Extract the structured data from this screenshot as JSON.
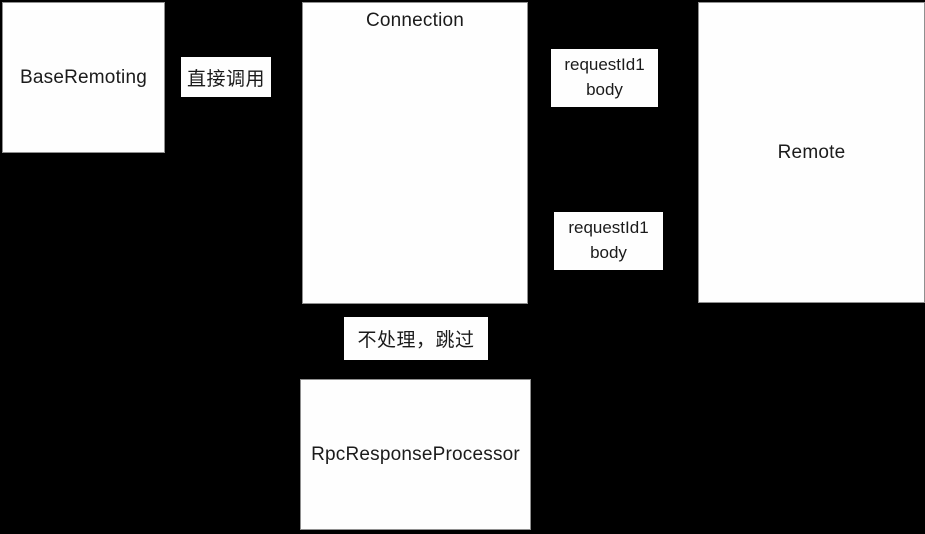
{
  "diagram": {
    "title": "RPC call flow diagram",
    "colors": {
      "background": "#000000",
      "node_fill": "#fefefe",
      "node_text": "#1b1b1b"
    },
    "nodes": {
      "base_remoting": {
        "label": "BaseRemoting"
      },
      "connection": {
        "label": "Connection"
      },
      "remote": {
        "label": "Remote"
      },
      "rpc_response_processor": {
        "label": "RpcResponseProcessor"
      },
      "request_message_1": {
        "line1": "requestId1",
        "line2": "body"
      },
      "request_message_2": {
        "line1": "requestId1",
        "line2": "body"
      }
    },
    "edge_labels": {
      "direct_call": {
        "label": "直接调用"
      },
      "skip": {
        "label": "不处理，跳过"
      }
    }
  }
}
